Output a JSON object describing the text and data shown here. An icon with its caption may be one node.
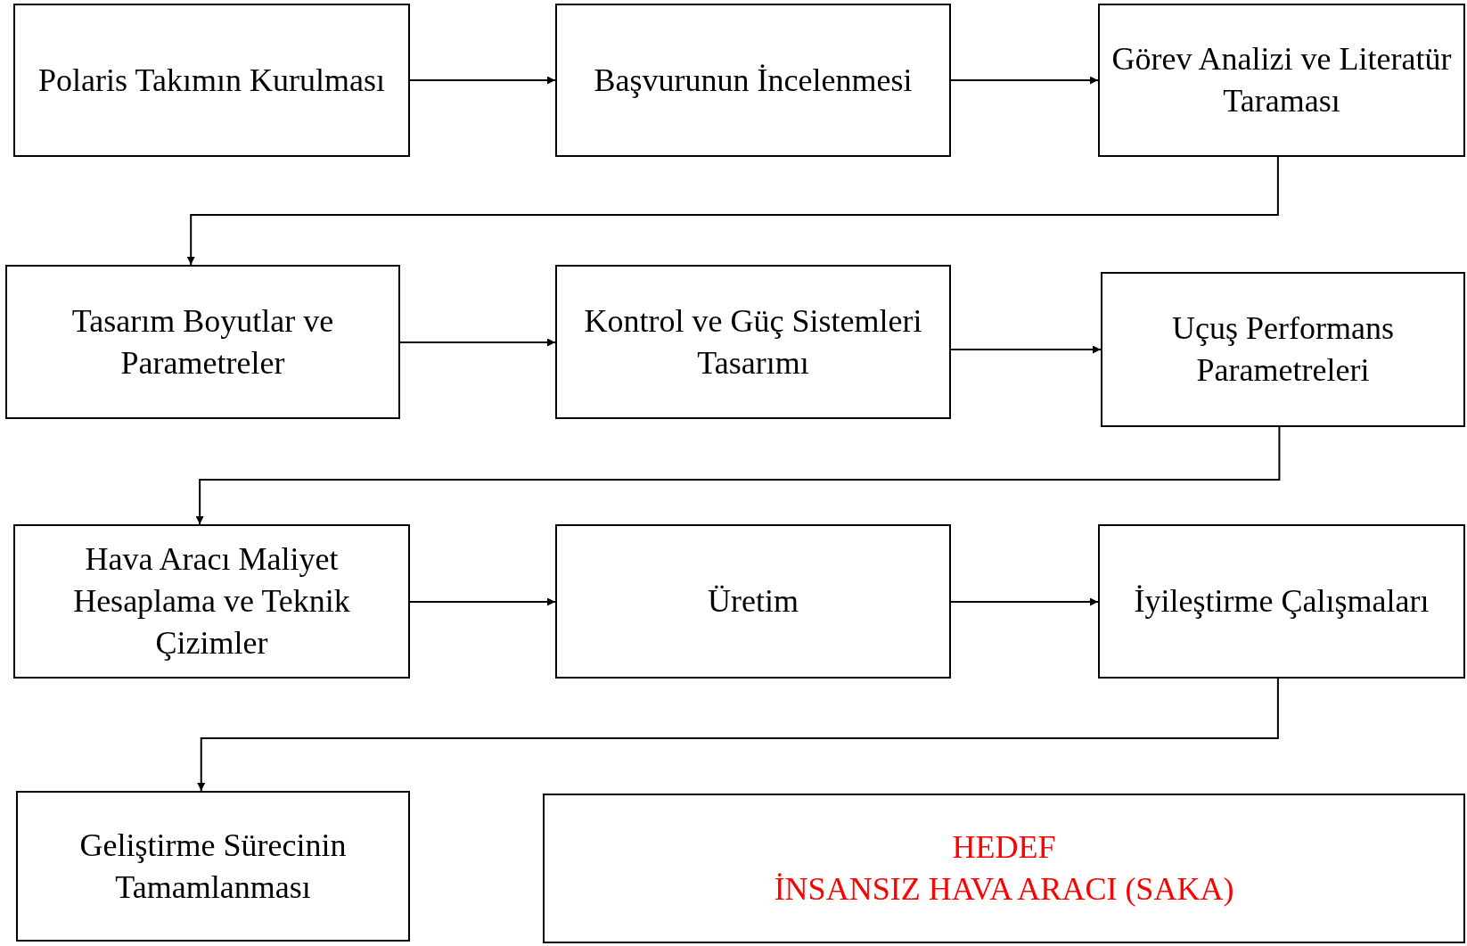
{
  "diagram": {
    "nodes": [
      {
        "text": [
          "Polaris Takımın Kurulması"
        ]
      },
      {
        "text": [
          "Başvurunun İncelenmesi"
        ]
      },
      {
        "text": [
          "Görev Analizi ve Literatür Taraması"
        ]
      },
      {
        "text": [
          "Tasarım Boyutlar ve Parametreler"
        ]
      },
      {
        "text": [
          "Kontrol ve Güç Sistemleri Tasarımı"
        ]
      },
      {
        "text": [
          "Uçuş Performans Parametreleri"
        ]
      },
      {
        "text": [
          "Hava Aracı Maliyet Hesaplama ve Teknik Çizimler"
        ]
      },
      {
        "text": [
          "Üretim"
        ]
      },
      {
        "text": [
          "İyileştirme Çalışmaları"
        ]
      },
      {
        "text": [
          "Geliştirme Sürecinin Tamamlanması"
        ]
      },
      {
        "text": [
          "HEDEF",
          "İNSANSIZ HAVA ARACI (SAKA)"
        ]
      }
    ],
    "edges": [
      {
        "from": 0,
        "to": 1,
        "arrow": "to"
      },
      {
        "from": 1,
        "to": 2,
        "arrow": "to"
      },
      {
        "from": 2,
        "to": 3,
        "arrow": "to"
      },
      {
        "from": 3,
        "to": 4,
        "arrow": "to"
      },
      {
        "from": 4,
        "to": 5,
        "arrow": "to"
      },
      {
        "from": 5,
        "to": 6,
        "arrow": "to"
      },
      {
        "from": 6,
        "to": 7,
        "arrow": "to"
      },
      {
        "from": 7,
        "to": 8,
        "arrow": "to"
      },
      {
        "from": 8,
        "to": 9,
        "arrow": "to"
      }
    ]
  }
}
